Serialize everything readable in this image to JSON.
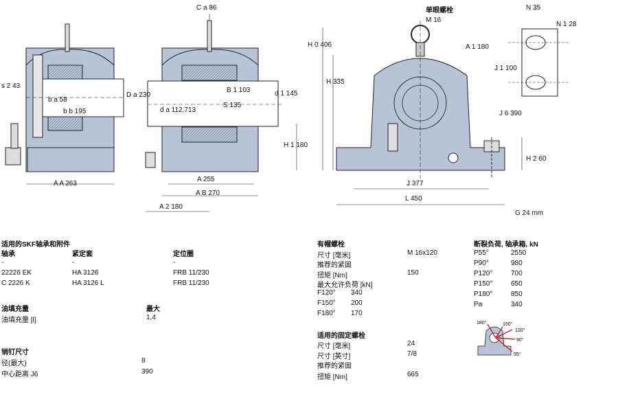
{
  "drawing": {
    "ca": "C a 86",
    "s2": "s 2 43",
    "ba": "b a 58",
    "bb": "b b 195",
    "Da": "D a 230",
    "da": "d a 112,713",
    "B1": "B 1 103",
    "S": "S 135",
    "d1": "d 1 145",
    "H1": "H 1 180",
    "AA": "A A 263",
    "A": "A 255",
    "AB": "A B 270",
    "A2": "A 2 180",
    "lifting_bolt": "单眼螺栓",
    "M16": "M 16",
    "H0": "H 0 406",
    "H": "H 335",
    "N": "N 35",
    "N1": "N 1 28",
    "A1": "A 1 180",
    "J1": "J 1 100",
    "J6": "J 6 390",
    "H2": "H 2 60",
    "J": "J 377",
    "L": "L 450",
    "G": "G 24 mm"
  },
  "accessories": {
    "title": "适用的SKF轴承和附件",
    "col_bearing": "轴承",
    "col_sleeve": "紧定套",
    "col_ring": "定位圈",
    "rows": [
      [
        "-",
        "-",
        "-"
      ],
      [
        "22226 EK",
        "HA 3126",
        "FRB 11/230"
      ],
      [
        "C 2226 K",
        "HA 3126 L",
        "FRB 11/230"
      ]
    ]
  },
  "grease": {
    "title": "油填充量",
    "max_header": "最大",
    "row_label": "油填充量 [l]",
    "row_value": "1,4"
  },
  "pin": {
    "title": "销钉尺寸",
    "rows": [
      [
        "径(最大)",
        "8"
      ],
      [
        "中心距离 J6",
        "390"
      ]
    ]
  },
  "cap_bolts": {
    "title": "有帽螺栓",
    "rows": [
      [
        "尺寸 [毫米]",
        "M 16x120"
      ],
      [
        "推荐的紧固",
        ""
      ],
      [
        "扭矩 [Nm]",
        "150"
      ],
      [
        "最大允许负荷 [kN]",
        ""
      ],
      [
        "F120°",
        "340"
      ],
      [
        "F150°",
        "200"
      ],
      [
        "F180°",
        "170"
      ]
    ]
  },
  "fix_bolts": {
    "title": "适用的固定螺栓",
    "rows": [
      [
        "尺寸 [毫米]",
        "24"
      ],
      [
        "尺寸 [英寸]",
        "7/8"
      ],
      [
        "推荐的紧固",
        ""
      ],
      [
        "扭矩 [Nm]",
        "665"
      ]
    ]
  },
  "break_loads": {
    "title": "断裂负荷, 轴承箱, kN",
    "rows": [
      [
        "P55°",
        "2550"
      ],
      [
        "P90°",
        "980"
      ],
      [
        "P120°",
        "700"
      ],
      [
        "P150°",
        "650"
      ],
      [
        "P180°",
        "850"
      ],
      [
        "Pa",
        "340"
      ]
    ]
  },
  "load_diagram": {
    "a180": "180°",
    "a150": "150°",
    "a120": "120°",
    "a90": "90°",
    "a55": "55°"
  },
  "colors": {
    "housing_fill": "#b8c3d8",
    "shaft_fill": "#ffffff",
    "line": "#222222",
    "arrow_red": "#cc2222"
  }
}
